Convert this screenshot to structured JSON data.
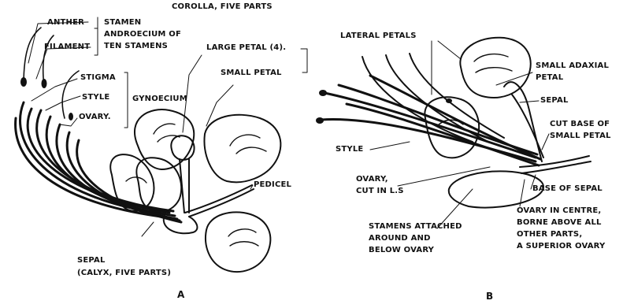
{
  "figure_a": {
    "top_label": "COROLLA, FIVE PARTS",
    "anther": "ANTHER",
    "filament": "FILAMENT",
    "stamen_group": [
      "STAMEN",
      "ANDROECIUM OF",
      "TEN STAMENS"
    ],
    "large_petal": "LARGE PETAL (4).",
    "small_petal": "SMALL PETAL",
    "stigma": "STIGMA",
    "style": "STYLE",
    "ovary": "OVARY.",
    "gynoecium": "GYNOECIUM",
    "pedicel": "PEDICEL",
    "sepal": [
      "SEPAL",
      "(CALYX, FIVE PARTS)"
    ],
    "letter": "A"
  },
  "figure_b": {
    "lateral_petals": "LATERAL PETALS",
    "small_adaxial_petal": [
      "SMALL ADAXIAL",
      "PETAL"
    ],
    "sepal": "SEPAL",
    "cut_base_small_petal": [
      "CUT BASE OF",
      "SMALL PETAL"
    ],
    "style": "STYLE",
    "ovary_cut": [
      "OVARY,",
      "CUT IN L.S"
    ],
    "base_of_sepal": "BASE OF SEPAL",
    "stamens_attached": [
      "STAMENS ATTACHED",
      "AROUND AND",
      "BELOW OVARY"
    ],
    "ovary_in_centre": [
      "OVARY IN CENTRE,",
      "BORNE ABOVE ALL",
      "OTHER PARTS,",
      "A SUPERIOR OVARY"
    ],
    "letter": "B"
  }
}
